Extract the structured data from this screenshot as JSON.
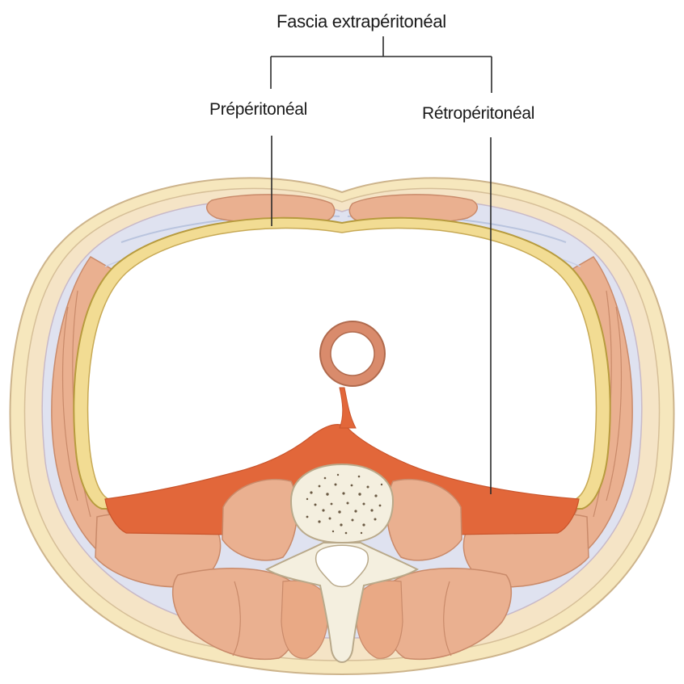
{
  "labels": {
    "title": "Fascia extrapéritonéal",
    "preperitoneal": "Prépéritonéal",
    "retroperitoneal": "Rétropéritonéal"
  },
  "colors": {
    "skin_outline": "#d9c29b",
    "subcutaneous_fat": "#f6e7bd",
    "muscle": "#eab090",
    "muscle_outline": "#c98a6a",
    "fascia_blue": "#dde3f0",
    "extraperitoneal_fascia": "#e9c86a",
    "retroperitoneal_fat": "#e2673a",
    "aorta": "#d98b6c",
    "bone": "#f4efdf",
    "marrow_dots": "#6b5a44",
    "leader_line": "#2a2a2a"
  }
}
